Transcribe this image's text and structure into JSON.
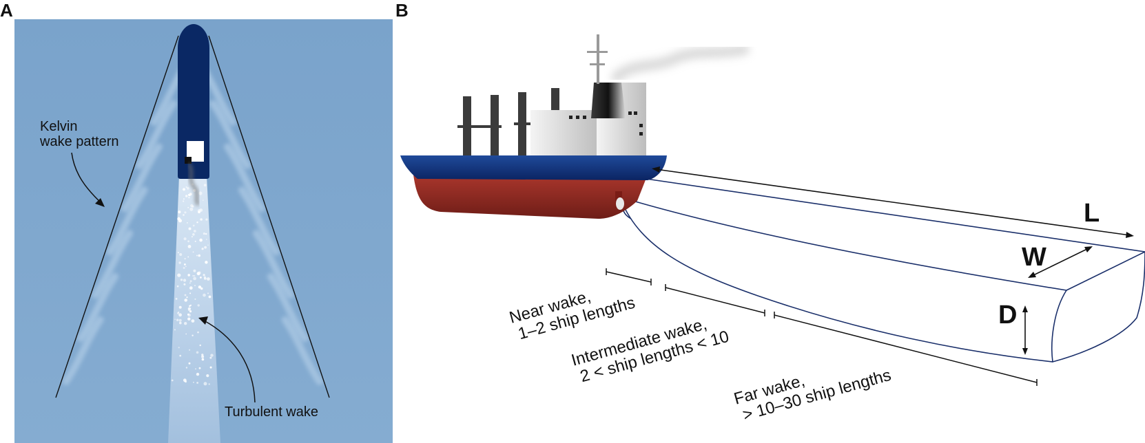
{
  "panel_a": {
    "letter": "A",
    "kelvin_label": [
      "Kelvin",
      "wake pattern"
    ],
    "turbulent_label": "Turbulent wake"
  },
  "panel_b": {
    "letter": "B",
    "dimensions": {
      "length": "L",
      "width": "W",
      "depth": "D"
    },
    "near_wake": [
      "Near wake,",
      "1–2 ship lengths"
    ],
    "intermediate_wake": [
      "Intermediate wake,",
      "2 < ship lengths < 10"
    ],
    "far_wake": [
      "Far wake,",
      "> 10–30 ship lengths"
    ]
  },
  "colors": {
    "water": "#7ca5cc",
    "hull_navy": "#0c2a66",
    "hull_red": "#8e2a22",
    "wake_outline": "#1a2f6a"
  }
}
